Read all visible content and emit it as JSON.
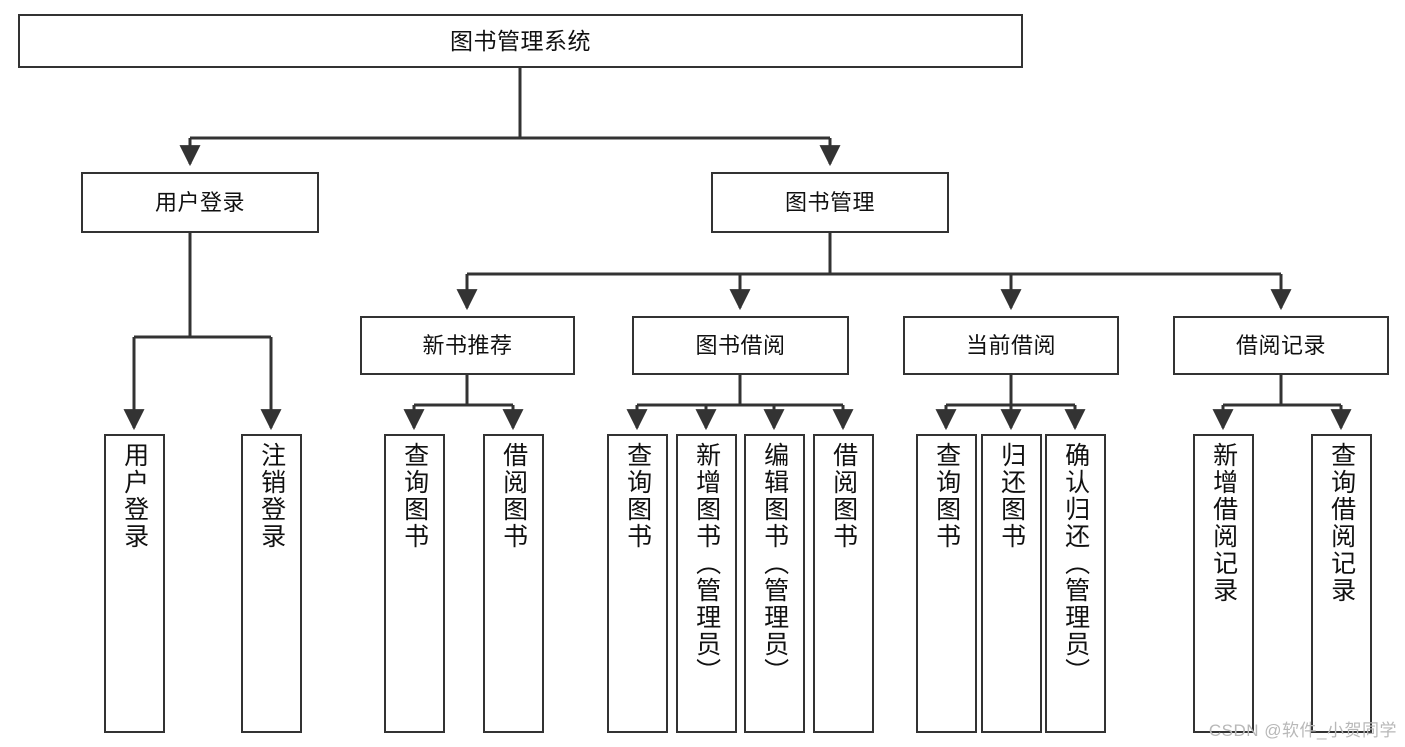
{
  "diagram": {
    "type": "tree-hierarchy-chart",
    "title": "图书管理系统",
    "background_color": "#ffffff",
    "node_border_color": "#333333",
    "edge_color": "#333333",
    "text_color": "#111111"
  },
  "nodes": {
    "root": {
      "label": "图书管理系统"
    },
    "level1": [
      {
        "label": "用户登录"
      },
      {
        "label": "图书管理"
      }
    ],
    "level2": [
      {
        "label": "新书推荐"
      },
      {
        "label": "图书借阅"
      },
      {
        "label": "当前借阅"
      },
      {
        "label": "借阅记录"
      }
    ],
    "leaves_user_login": [
      {
        "label": "用户登录"
      },
      {
        "label": "注销登录"
      }
    ],
    "leaves_new_books": [
      {
        "label": "查询图书"
      },
      {
        "label": "借阅图书"
      }
    ],
    "leaves_borrow": [
      {
        "label": "查询图书"
      },
      {
        "label": "新增图书（管理员）"
      },
      {
        "label": "编辑图书（管理员）"
      },
      {
        "label": "借阅图书"
      }
    ],
    "leaves_current": [
      {
        "label": "查询图书"
      },
      {
        "label": "归还图书"
      },
      {
        "label": "确认归还（管理员）"
      }
    ],
    "leaves_records": [
      {
        "label": "新增借阅记录"
      },
      {
        "label": "查询借阅记录"
      }
    ]
  },
  "watermark": {
    "text": "CSDN @软件_小贺同学"
  }
}
